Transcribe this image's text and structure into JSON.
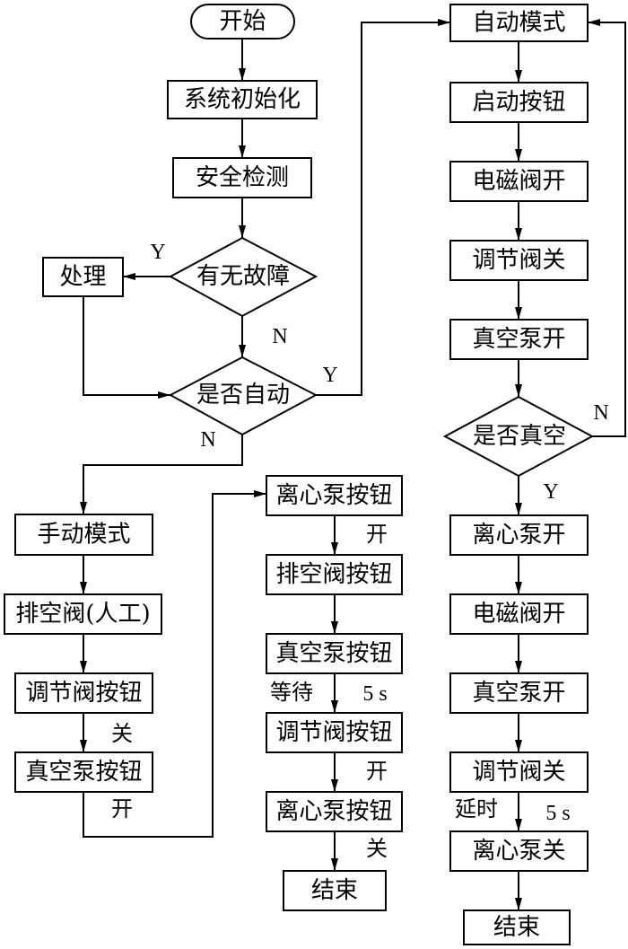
{
  "nodes": {
    "start": "开始",
    "init": "系统初始化",
    "safety_check": "安全检测",
    "fault_decision": "有无故障",
    "handle": "处理",
    "auto_decision": "是否自动",
    "manual_mode": "手动模式",
    "drain_valve_manual": "排空阀(人工)",
    "regulating_valve_button_1": "调节阀按钮",
    "vacuum_pump_button_1": "真空泵按钮",
    "centrifugal_pump_button_1": "离心泵按钮",
    "drain_valve_button": "排空阀按钮",
    "vacuum_pump_button_2": "真空泵按钮",
    "regulating_valve_button_2": "调节阀按钮",
    "centrifugal_pump_button_2": "离心泵按钮",
    "end_manual": "结束",
    "auto_mode": "自动模式",
    "start_button": "启动按钮",
    "solenoid_valve_open_1": "电磁阀开",
    "regulating_valve_close_1": "调节阀关",
    "vacuum_pump_open_1": "真空泵开",
    "vacuum_decision": "是否真空",
    "centrifugal_pump_open": "离心泵开",
    "solenoid_valve_open_2": "电磁阀开",
    "vacuum_pump_open_2": "真空泵开",
    "regulating_valve_close_2": "调节阀关",
    "centrifugal_pump_close": "离心泵关",
    "end_auto": "结束"
  },
  "edge_labels": {
    "fault_yes": "Y",
    "fault_no": "N",
    "auto_yes": "Y",
    "auto_no": "N",
    "manual_close": "关",
    "manual_open": "开",
    "mid_open_1": "开",
    "mid_wait": "等待",
    "mid_wait_time": "5 s",
    "mid_open_2": "开",
    "mid_close": "关",
    "vacuum_no": "N",
    "vacuum_yes": "Y",
    "auto_delay": "延时",
    "auto_delay_time": "5 s"
  }
}
